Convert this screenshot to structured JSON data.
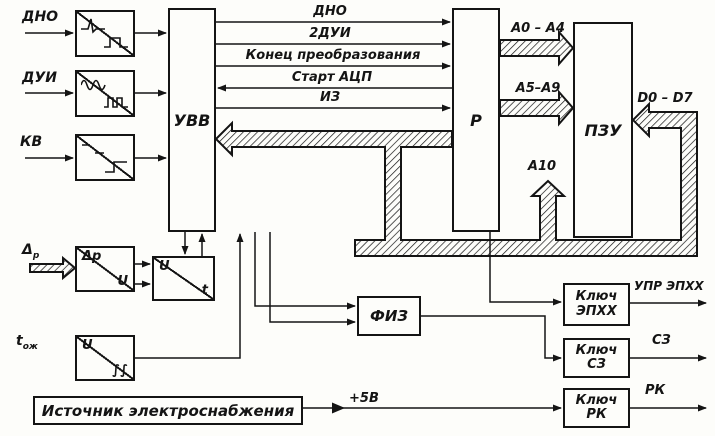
{
  "colors": {
    "ink": "#141414",
    "paper": "#fdfdfa"
  },
  "blocks": {
    "uvv": "УВВ",
    "processor": "Р",
    "rom": "ПЗУ",
    "fiz": "ФИЗ",
    "key_ephh": {
      "l1": "Ключ",
      "l2": "ЭПХХ"
    },
    "key_sz": {
      "l1": "Ключ",
      "l2": "СЗ"
    },
    "key_rk": {
      "l1": "Ключ",
      "l2": "РК"
    },
    "power_source": "Источник электроснабжения",
    "conv_dp": {
      "tl": "Δр",
      "br": "U"
    },
    "conv_ut": {
      "tl": "U",
      "br": "t"
    },
    "conv_t": {
      "tl": "U",
      "br": "∫∫"
    }
  },
  "inputs": {
    "dno": "ДНО",
    "dui": "ДУИ",
    "kv": "КВ",
    "dp_main": "Δ",
    "dp_sub": "р",
    "t_main": "t",
    "t_sub": "ож"
  },
  "signals": {
    "dno": "ДНО",
    "dui2": "2ДУИ",
    "eoc": "Конец преобразования",
    "start_adc": "Старт АЦП",
    "iz": "ИЗ"
  },
  "buses": {
    "a0_a4": "А0 – А4",
    "a5_a9": "А5–А9",
    "a10": "А10",
    "d0_d7": "D0 – D7"
  },
  "outputs": {
    "upr_ephh": "УПР ЭПХХ",
    "sz": "СЗ",
    "rk": "РК",
    "plus5v": "+5В"
  },
  "icons": {
    "shaper_dno_in": "spike-pulse-waveform",
    "shaper_dno_out": "square-pulse-waveform",
    "shaper_dui_in": "sine-waveform",
    "shaper_dui_out": "double-pulse-waveform",
    "shaper_kv_in": "contact-levels-waveform",
    "shaper_kv_out": "step-waveform"
  }
}
